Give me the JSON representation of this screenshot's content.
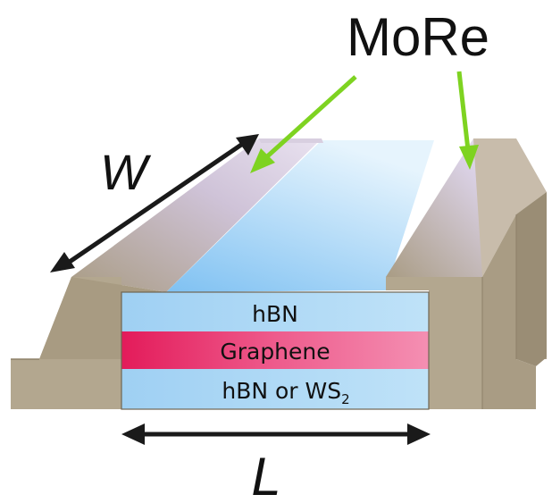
{
  "labels": {
    "contact_material": "MoRe",
    "width_symbol": "W",
    "length_symbol": "L"
  },
  "layers": [
    {
      "name": "hBN",
      "color": "#a9d6f5"
    },
    {
      "name": "Graphene",
      "color": "#e8336f"
    },
    {
      "name": "hBN or WS",
      "subscript": "2",
      "color": "#a9d6f5"
    }
  ],
  "colors": {
    "contact": "#b0a48e",
    "contact_shadow": "#8d8069",
    "channel": "#a5d3f6",
    "arrow_pointer": "#7ed321",
    "dimension_arrow": "#1a1a1a"
  }
}
